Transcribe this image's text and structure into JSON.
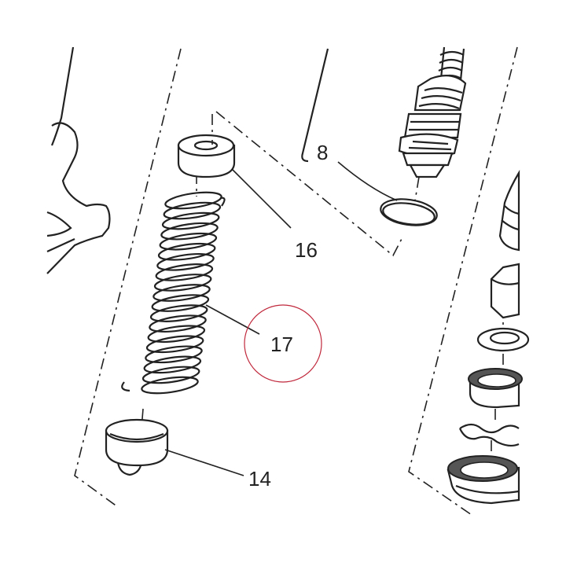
{
  "labels": {
    "part_8": "8",
    "part_14": "14",
    "part_16": "16",
    "part_17": "17"
  },
  "colors": {
    "line": "#222222",
    "highlight_circle": "#c0283c",
    "dark_seal": "#555555",
    "background": "#ffffff"
  },
  "highlight": {
    "part": "17"
  }
}
